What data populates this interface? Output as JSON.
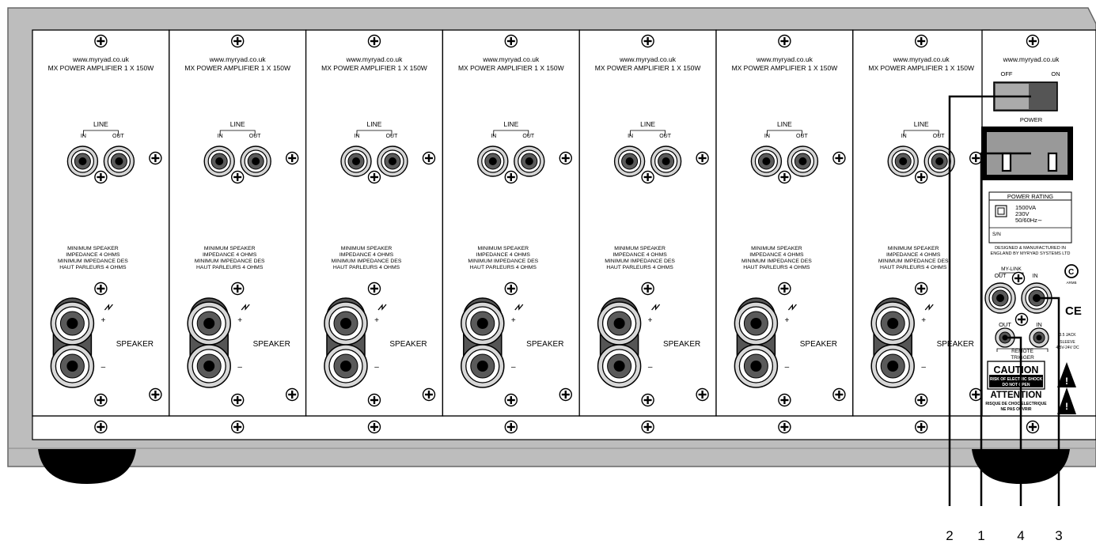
{
  "modules": {
    "count": 7,
    "website": "www.myryad.co.uk",
    "model": "MX POWER AMPLIFIER 1 X 150W",
    "line_label": "LINE",
    "in_label": "IN",
    "out_label": "OUT",
    "impedance_lines": [
      "MINIMUM SPEAKER",
      "IMPEDANCE 4 OHMS",
      "MINIMUM IMPEDANCE DES",
      "HAUT PARLEURS 4 OHMS"
    ],
    "speaker_label": "SPEAKER",
    "plus_label": "+",
    "minus_label": "–"
  },
  "power_panel": {
    "website": "www.myryad.co.uk",
    "switch_off": "OFF",
    "switch_on": "ON",
    "power_label": "POWER",
    "rating_title": "POWER RATING",
    "rating_va": "1500VA",
    "rating_voltage": "230V",
    "rating_freq": "50/60Hz∼",
    "serial_label": "S/N",
    "designed_line1": "DESIGNED & MANUFACTURED IN",
    "designed_line2": "ENGLAND BY MYRYAD SYSTEMS LTD",
    "mylink_label": "MY-LINK",
    "mylink_out": "OUT",
    "mylink_in": "IN",
    "trigger_out": "OUT",
    "trigger_in": "IN",
    "remote_label": "REMOTE",
    "trigger_label": "TRIGGER",
    "jack_line1": "3.5 JACK",
    "jack_line2": "SLEEVE",
    "jack_line3": "4.5V-24V DC",
    "caution_title": "CAUTION",
    "caution_line1": "RISK OF ELECTRIC SHOCK",
    "caution_line2": "DO NOT OPEN",
    "attention_title": "ATTENTION",
    "attention_line1": "RISQUE DE CHOC ELECTRIQUE",
    "attention_line2": "NE PAS OUVRIR",
    "ce_mark": "CE",
    "arms_label": "ARMB"
  },
  "callouts": [
    "2",
    "1",
    "4",
    "3"
  ]
}
